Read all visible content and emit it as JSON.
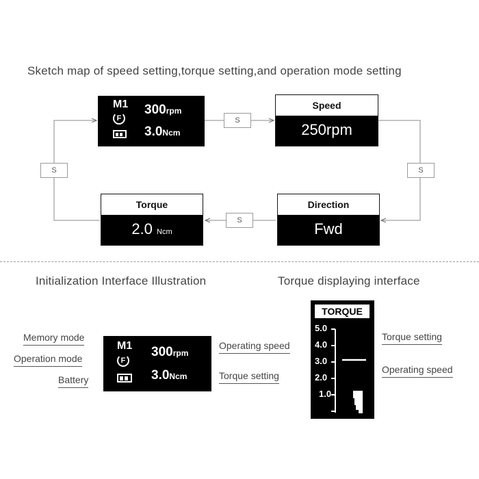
{
  "title": "Sketch map of speed setting,torque setting,and operation mode setting",
  "top_display": {
    "memory_mode": "M1",
    "direction_glyph": "F",
    "speed_value": "300",
    "speed_unit": "rpm",
    "torque_value": "3.0",
    "torque_unit": "Ncm"
  },
  "speed_panel": {
    "label": "Speed",
    "value": "250rpm"
  },
  "direction_panel": {
    "label": "Direction",
    "value": "Fwd"
  },
  "torque_panel": {
    "label": "Torque",
    "value": "2.0",
    "unit": "Ncm"
  },
  "switch_label": "S",
  "init_section": {
    "title": "Initialization Interface Illustration",
    "left_labels": [
      "Memory mode",
      "Operation mode",
      "Battery"
    ],
    "right_labels": [
      "Operating speed",
      "Torque setting"
    ],
    "display": {
      "memory_mode": "M1",
      "direction_glyph": "F",
      "speed_value": "300",
      "speed_unit": "rpm",
      "torque_value": "3.0",
      "torque_unit": "Ncm"
    }
  },
  "torque_section": {
    "title": "Torque displaying interface",
    "header": "TORQUE",
    "scale": [
      "5.0",
      "4.0",
      "3.0",
      "2.0",
      "1.0"
    ],
    "torque_setting_level": 3.0,
    "right_labels": [
      "Torque setting",
      "Operating speed"
    ]
  }
}
